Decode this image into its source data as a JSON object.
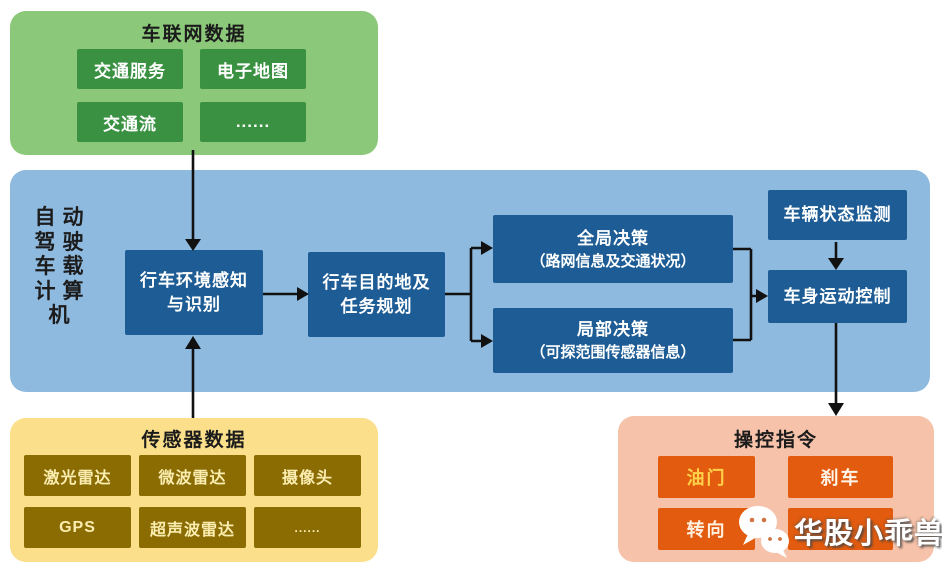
{
  "diagram_title": "自动驾驶车载计算机架构图",
  "colors": {
    "background": "#ffffff",
    "iov_panel": "#8cc87a",
    "iov_box": "#3a9142",
    "computer_panel": "#8fbadf",
    "computer_box": "#1d5c94",
    "sensor_panel": "#fbdf8b",
    "sensor_box": "#8a6c03",
    "sensor_box_text": "#fbedaf",
    "command_panel": "#f6c2a9",
    "command_box": "#e25b0e",
    "arrow": "#111111"
  },
  "iov": {
    "title": "车联网数据",
    "items": [
      "交通服务",
      "电子地图",
      "交通流",
      "......"
    ]
  },
  "computer": {
    "label": "自动驾驶车载计算机",
    "label_rows": [
      "自动",
      "驾驶",
      "车载",
      "计算",
      "机"
    ],
    "nodes": {
      "perception": {
        "line1": "行车环境感知",
        "line2": "与识别"
      },
      "planning": {
        "line1": "行车目的地及",
        "line2": "任务规划"
      },
      "global": {
        "line1": "全局决策",
        "line2": "（路网信息及交通状况）"
      },
      "local": {
        "line1": "局部决策",
        "line2": "（可探范围传感器信息）"
      },
      "monitor": {
        "label": "车辆状态监测"
      },
      "motion": {
        "label": "车身运动控制"
      }
    }
  },
  "sensors": {
    "title": "传感器数据",
    "items": [
      "激光雷达",
      "微波雷达",
      "摄像头",
      "GPS",
      "超声波雷达",
      "......"
    ]
  },
  "commands": {
    "title": "操控指令",
    "items": [
      "油门",
      "刹车",
      "转向",
      ""
    ],
    "item_text_colors": [
      "#ffd24a",
      "#fff6ea",
      "#fff0df",
      "#ffffff"
    ]
  },
  "watermark": {
    "icon": "wechat-icon",
    "text": "华股小乖兽"
  }
}
